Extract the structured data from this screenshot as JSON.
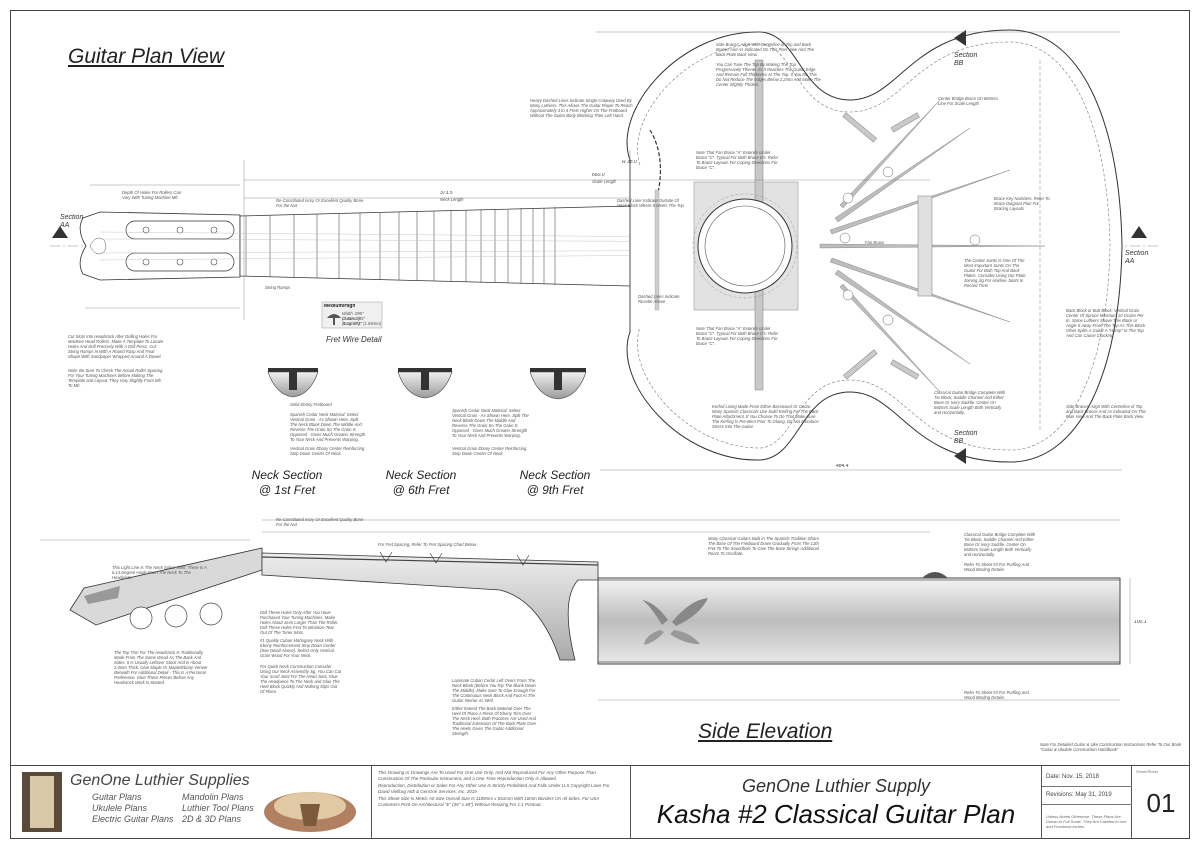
{
  "headings": {
    "plan_view": "Guitar Plan View",
    "side_elevation": "Side Elevation"
  },
  "neck_sections": [
    {
      "line1": "Neck Section",
      "line2": "@ 1st Fret"
    },
    {
      "line1": "Neck Section",
      "line2": "@ 6th Fret"
    },
    {
      "line1": "Neck Section",
      "line2": "@ 9th Fret"
    }
  ],
  "fret_wire": {
    "label": "Fret Wire Detail",
    "heading": "Medium/High",
    "width": "Width .095\" (2.41mm)",
    "crown": "Crown .045\" (1.14mm)",
    "tang": "Tang .073\" (1.85mm)"
  },
  "section_markers": {
    "aa": "Section AA",
    "bb": "Section BB"
  },
  "plan_labels": {
    "neck_length": "Neck Length",
    "scale_length": "Scale Length",
    "fan_brace": "Fan Brace",
    "string_ramps": "String Ramps",
    "dim_scale": "660.0",
    "dim_neck": "373.5",
    "dim_radius": "R 38.0",
    "dim_body": "484.4",
    "dim_depth": "100.1"
  },
  "notes": {
    "fret_spacing": "For Fret Spacing, Refer To Fret Spacing Chart Below",
    "ivory": "Re-Constituted Ivory Or Excellent Quality Bone For the Nut",
    "drill_holes": "Depth Of Holes For Rollers Can Vary With Tuning Machine Mfr.",
    "side_braces": "Side Braces: Align With Centerline of Top and Back Braces And As Indicated On This Plan View And The Back Plate Back View.",
    "taper_top": "You Can Tune The Top By Making The Top Progressively Thinner As It Reaches The Guitar Edge And Remain Full Thickness At The Top. If You Do This Do Not Reduce The Edges Below 2.2mm And Make The Center Slightly Thicker.",
    "heavy_dashed": "Heavy Dashed Lines Indicate Single Cutaway Used By Many Luthiers. This Allows The Guitar Player To Reach Approximately 3 to 4 Frets Higher On The Fretboard Without The Guitar Body Blocking Their Left Hand.",
    "center_bridge": "Center Bridge Brace On 660mm Line For Scale Length",
    "brace_e": "Note That Fan Brace \"A\" Extends Under Brace \"C\". Typical For Both Brace E's. Refer To Brace Layouts For Coping Directions For Brace \"C\".",
    "dashed_liner": "Dashed Liner Indicate Outside Of Neck Block Where It Meets The Top",
    "dashed_rosette": "Dashed Lines Indicate Rosette Above",
    "brace_keys": "Brace Key Numbers. Refer To Brace Diagram Plan For Bracing Layouts",
    "center_joints": "The Center Joints Is One Of The Most Important Joints On The Guitar For Both Top And Back Plates. Consider Using Our Plate Joining Jig For Hairline Joints In Record Time",
    "back_block": "Back Block or Butt Block: Vertical Grain Center Of Spruce Minimum 10 Grains Per In. Some Luthiers Shave This Block or Angle It Away From The Top As This Block Often Splits A Guitar A \"Hump\" In The Top And Can Cause Cracking.",
    "brace_a": "Note That Fan Brace \"A\" Extends Under Brace \"C\". Typical For Both Brace C's. Refer To Brace Layouts For Coping Directions For Brace \"C\".",
    "bridge_complete": "Classical Guitar Bridge Complete With Tie Block, Saddle Channel And Either Bone Or Ivory Saddle. Center On 660mm Scale Length Both Vertically and Horizontally.",
    "kerfed": "Kerfed Lining Made From Either Basswood Or Cedar. Many Spanish Classicals Use Solid Kerfing For The Back Plate Attachment. If You Choose To Do That Make Sure The Kerfing Is Pre-Bent Prior To Gluing. Do Not Introduce Stress Into The Guitar.",
    "side_braces_2": "Side Braces: Align With Centerline of Top and Back Braces And As Indicated On This Plan View And The Back Plate Back View.",
    "cut_slots": "Cut Slots Into Headstock After Drilling Holes For Machine Head Rollers. Make A Template To Locate Holes And Drill Precisely With A Drill Press. Cut String Ramps In With A Round Rasp And Final Shape With Sandpaper Wrapped Around A Dowel.",
    "check_roller": "Note: Be Sure To Check The Actual Roller Spacing For Your Tuning Machines Before Making The Template and Layout. They Vary Slightly From Mfr. To Mfr.",
    "ebony_fb": "Solid Ebony Fretboard",
    "spanish_cedar_1": "Spanish Cedar Neck Material: Select Vertical Grain - As Shown Here. Split The Neck Blank Down The Middle And Reverse The Grain So The Grain Is Opposed - Gives Much Greater Strength To Your Neck And Prevents Warping.",
    "vertical_ebony_1": "Vertical Grain Ebony Center Reinforcing Strip Down Center Of Neck.",
    "spanish_cedar_2": "Spanish Cedar Neck Material: Select Vertical Grain - As Shown Here. Split The Neck Blank Down The Middle And Reverse The Grain So The Grain Is Opposed - Gives Much Greater Strength To Your Neck And Prevents Warping.",
    "vertical_ebony_2": "Vertical Grain Ebony Center Reinforcing Strip Down Center Of Neck.",
    "light_line": "This Light Line Is The Neck Splice Joint. There Is A 6.13 Degree Angle From The Neck To The Headplate.",
    "drill_tuning": "Drill These Holes Only After You Have Purchased Your Tuning Machines. Make Holes About 1mm Larger Than The Roller. Drill These Holes First To Minimize Tear Out Of The Tuner Slots.",
    "mahogany": "#1 Quality Cuban Mahogany Neck With Ebony Reinforcement Strip Down Center (See Detail Above). Select Only Vertical Grain Wood For Your Neck.",
    "headstock_trim": "The Top Trim For The Headstock Is Traditionally Made From The Same Wood As The Back And Sides. It Is Usually Leftover Stock And Is About 2.0mm Thick. Glue Maple Or Maple/Ebony Veneer Beneath For Additional Detail - This Is A Personal Preference. Glue These Pieces Before Any Headstock Work Is Started.",
    "quick_neck": "For Quick Neck Construction Consider Using Our Neck Assembly Jig. You Can Cut Your Scarf Joint For The Head Joint, Glue The Headpiece To The Neck and Glue The Heel Block Quickly And Nothing Slips Out Of Place.",
    "solera": "Many Classical Guitars Built In The Spanish Tradition Share The Base Of The Fretboard Down Gradually From The 12th Fret To The Soundhole To Give The Base Strings Additional Room To Oscillate.",
    "cedar_liner": "Laminate Cuban Cedar Left Overs From The Neck Blank (Before You Rip The Blank Down The Middle). Make Sure To Glue Enough For The Continuous Neck Block And Foot At The Guitar Interior As Well.",
    "back_match": "Either Extend The Back Material Over The Heel Of Place A Piece Of Ebony Trim Over The Neck Heel. Both Practices Are Used And Traditional Extension Of The Back Plate Over The Heels Gives The Guitar Additional Strength.",
    "bridge_side": "Classical Guitar Bridge Complete With Tie Block, Saddle Channel And Either Bone Or Ivory Saddle. Center On 660mm Scale Length Both Vertically and Horizontally.",
    "sheet3": "Refer To Sheet #3 For Purfling And Wood Binding Details",
    "sheet3b": "Refer To Sheet #3 For Purfling and Wood Binding Details",
    "detailed": "Note For Detailed Guitar & Uke Construction Instructions Refer To Our Book \"Guitar & Ukulele Construction Handbook\""
  },
  "title_block": {
    "brand": "GenOne Luthier Supplies",
    "plans_left": [
      "Guitar Plans",
      "Ukulele Plans",
      "Electric Guitar Plans"
    ],
    "plans_right": [
      "Mandolin Plans",
      "Luthier Tool Plans",
      "2D & 3D Plans"
    ],
    "legal": [
      "This Drawing or Drawings Are To Used For One Use Only, And Not Reproduced For Any Other Purpose Than Construction Of The Particular Instrument, and a One Time Reproduction Only is Allowed.",
      "Reproduction, Distribution or Sales For Any Other Use Is Strictly Prohibited And Falls Under U.S Copyright Laws For David Vieflurg Aldt & GenOne Services, Inc. 2019",
      "This Sheet Size Is Metric A0 Size Overall Size Is 1189mm x 841mm With 10mm Borders On All Sides. For USA Customers Print On Architectural \"E\" (36\" x 48\") Without Resizing For 1:1 Printout."
    ],
    "company": "GenOne Luthier Supply",
    "title": "Kasha #2 Classical Guitar Plan",
    "date": "Date: Nov. 15, 2018",
    "revisions": "Revisions: May 31, 2019",
    "units_note": "Unless Noted Otherwise, These Plans Are Drawn to Full Scale. They Are Labeled in mm and Fractional inches.",
    "sheet_label": "Sheet/Sheet",
    "sheet_number": "01"
  }
}
